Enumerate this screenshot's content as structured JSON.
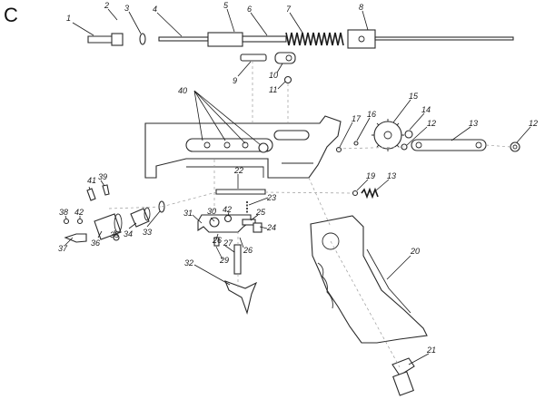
{
  "panel_label": "C",
  "parts": {
    "p1": "1",
    "p2": "2",
    "p3": "3",
    "p4": "4",
    "p5": "5",
    "p6": "6",
    "p7": "7",
    "p8": "8",
    "p9": "9",
    "p10": "10",
    "p11": "11",
    "p12a": "12",
    "p12b": "12",
    "p13a": "13",
    "p13b": "13",
    "p14": "14",
    "p15": "15",
    "p16": "16",
    "p17": "17",
    "p19": "19",
    "p20": "20",
    "p21": "21",
    "p22": "22",
    "p23": "23",
    "p24": "24",
    "p25": "25",
    "p26a": "26",
    "p26b": "26",
    "p27": "27",
    "p29": "29",
    "p30": "30",
    "p31": "31",
    "p32": "32",
    "p33": "33",
    "p34": "34",
    "p35": "35",
    "p36": "36",
    "p37": "37",
    "p38": "38",
    "p39": "39",
    "p40": "40",
    "p41": "41",
    "p42": "42"
  }
}
